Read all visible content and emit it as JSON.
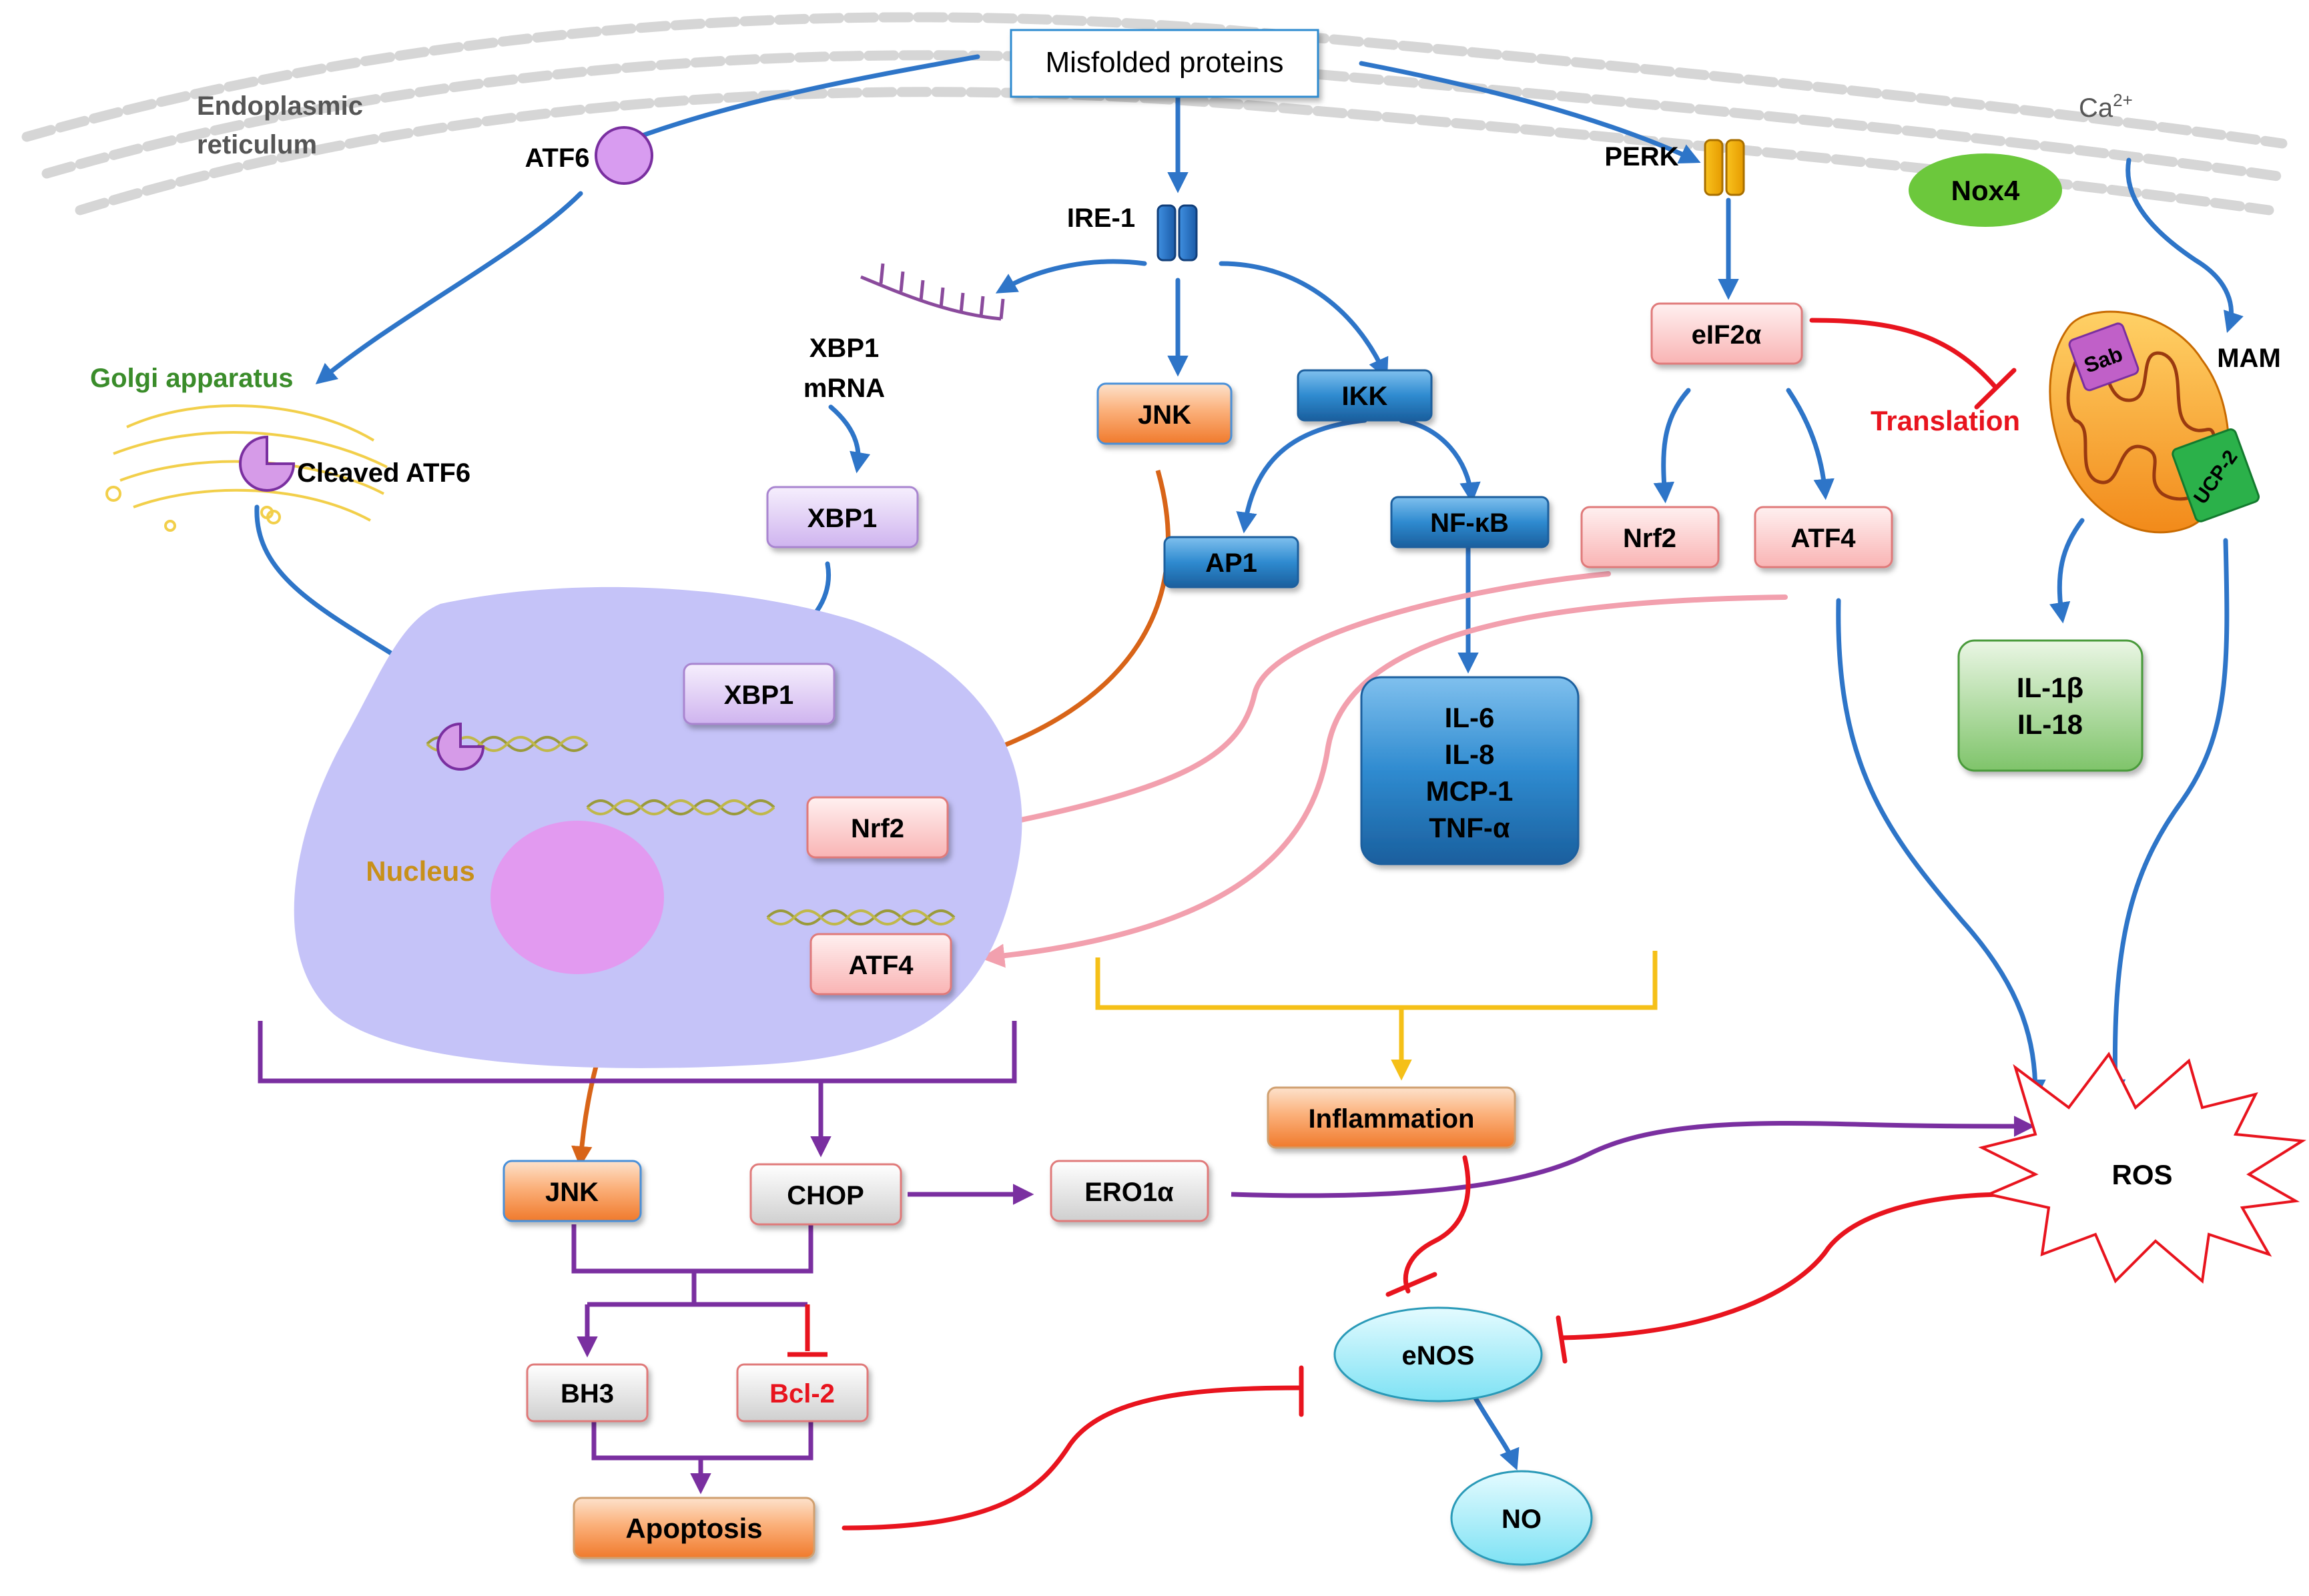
{
  "labels": {
    "misfolded": "Misfolded proteins",
    "er": [
      "Endoplasmic",
      "reticulum"
    ],
    "ca": "Ca",
    "ca_sup": "2+",
    "atf6": "ATF6",
    "ire1": "IRE-1",
    "perk": "PERK",
    "nox4": "Nox4",
    "golgi": "Golgi apparatus",
    "cleaved_atf6": "Cleaved ATF6",
    "xbp1_mrna": [
      "XBP1",
      "mRNA"
    ],
    "xbp1_cyto": "XBP1",
    "xbp1_nuc": "XBP1",
    "jnk_top": "JNK",
    "ikk": "IKK",
    "ap1": "AP1",
    "nfkb": "NF-κB",
    "cytokines": [
      "IL-6",
      "IL-8",
      "MCP-1",
      "TNF-α"
    ],
    "eif2a": "eIF2α",
    "translation": "Translation",
    "nrf2_cyto": "Nrf2",
    "atf4_cyto": "ATF4",
    "sab": "Sab",
    "mam": "MAM",
    "ucp2": "UCP-2",
    "il": [
      "IL-1β",
      "IL-18"
    ],
    "nucleus": "Nucleus",
    "nrf2_nuc": "Nrf2",
    "atf4_nuc": "ATF4",
    "inflammation": "Inflammation",
    "ros": "ROS",
    "jnk_bottom": "JNK",
    "chop": "CHOP",
    "ero1a": "ERO1α",
    "bh3": "BH3",
    "bcl2": "Bcl-2",
    "apoptosis": "Apoptosis",
    "enos": "eNOS",
    "no": "NO"
  },
  "colors": {
    "blue_arrow": "#2e75c8",
    "purple": "#7a2fa0",
    "red": "#e8141e",
    "orange_arrow": "#d86418",
    "pink": "#f2a0ae",
    "yellow": "#f5c018",
    "nucleus_fill": "#c5c3f8",
    "golgi_green": "#3a8c2a",
    "nucleus_label": "#c8901a"
  }
}
